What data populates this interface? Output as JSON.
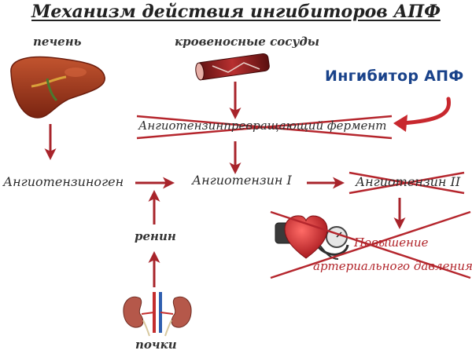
{
  "title": "Механизм действия ингибиторов АПФ",
  "labels": {
    "liver": "печень",
    "vessels": "кровеносные сосуды",
    "inhibitor": "Ингибитор АПФ",
    "enzyme": "Ангиотензинпревращающий фермент",
    "angiotensinogen": "Ангиотензиноген",
    "angiotensin_1": "Ангиотензин I",
    "angiotensin_2": "Ангиотензин II",
    "renin": "ренин",
    "kidneys": "почки",
    "pressure_line1": "Повышение",
    "pressure_line2": "артериального давления"
  },
  "colors": {
    "arrow": "#a8242b",
    "strike": "#b5262d",
    "inhibitor_text": "#19428a",
    "inhibitor_arrow": "#c8282e"
  },
  "icons": {
    "liver": "liver-icon",
    "vessel": "blood-vessel-icon",
    "heart": "heart-with-tonometer-icon",
    "kidneys": "kidneys-icon"
  }
}
